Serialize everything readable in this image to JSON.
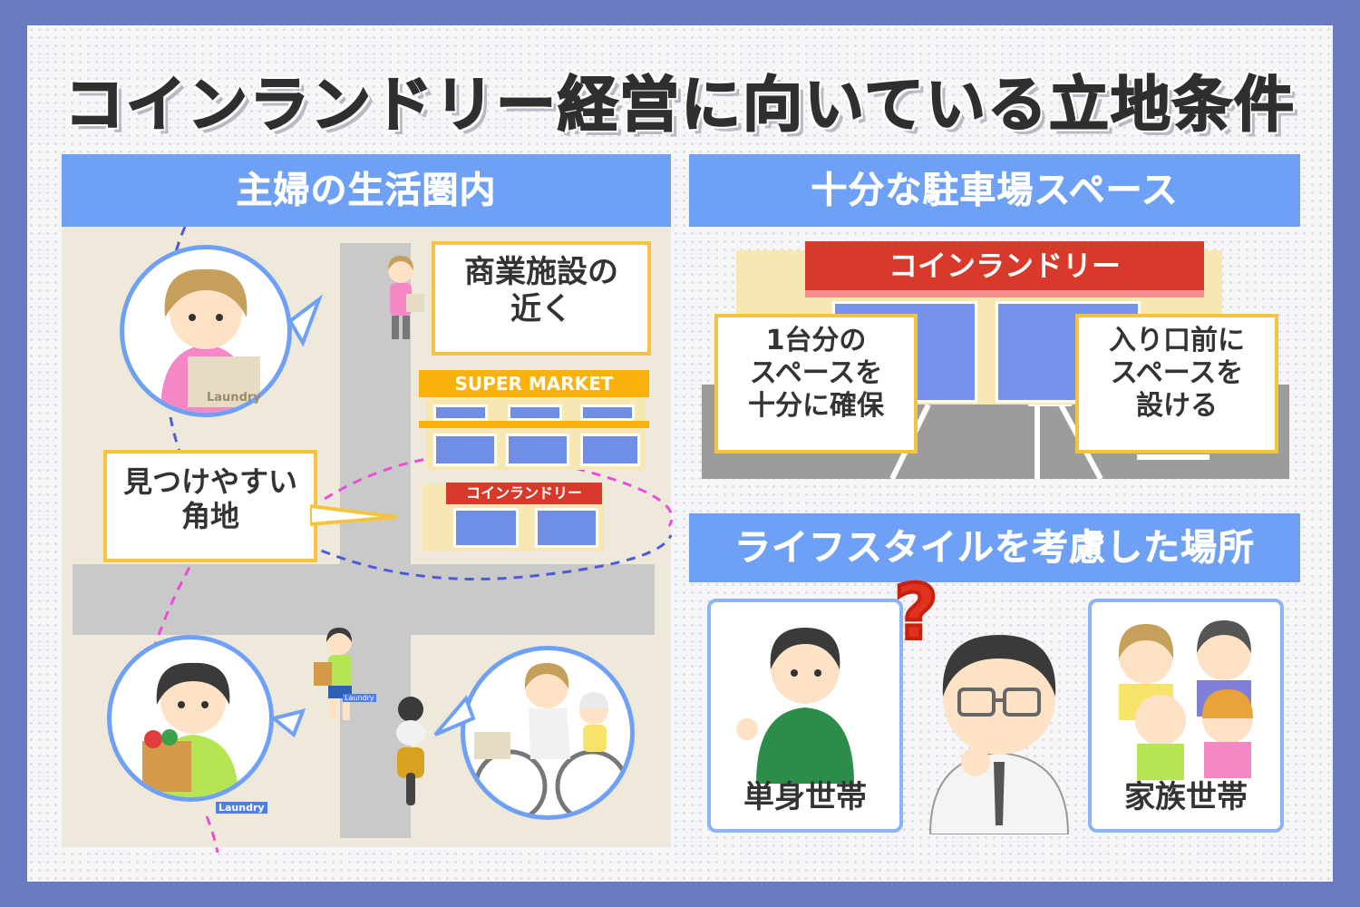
{
  "title": "コインランドリー経営に向いている立地条件",
  "sections": {
    "left": {
      "heading": "主婦の生活圏内"
    },
    "top_right": {
      "heading": "十分な駐車場スペース"
    },
    "bottom_right": {
      "heading": "ライフスタイルを考慮した場所"
    }
  },
  "left_panel": {
    "callout_commercial": "商業施設の\n近く",
    "callout_corner": "見つけやすい\n角地",
    "supermarket_sign": "SUPER MARKET",
    "laundry_sign_small": "コインランドリー",
    "bag_label_1": "Laundry",
    "bag_label_2": "Laundry",
    "bag_label_3": "Laundry"
  },
  "parking_panel": {
    "laundry_sign": "コインランドリー",
    "callout_space": "1台分の\nスペースを\n十分に確保",
    "callout_entrance": "入り口前に\nスペースを\n設ける"
  },
  "lifestyle_panel": {
    "single_label": "単身世帯",
    "family_label": "家族世帯",
    "question_mark": "?"
  },
  "colors": {
    "frame": "#6a7bc2",
    "section_blue": "#6ea0f5",
    "callout_border": "#f4c441",
    "sign_red": "#d73a2a",
    "sign_yellow": "#f9b20b",
    "dash_blue": "#4d5bd6",
    "dash_pink": "#e84fd8"
  }
}
